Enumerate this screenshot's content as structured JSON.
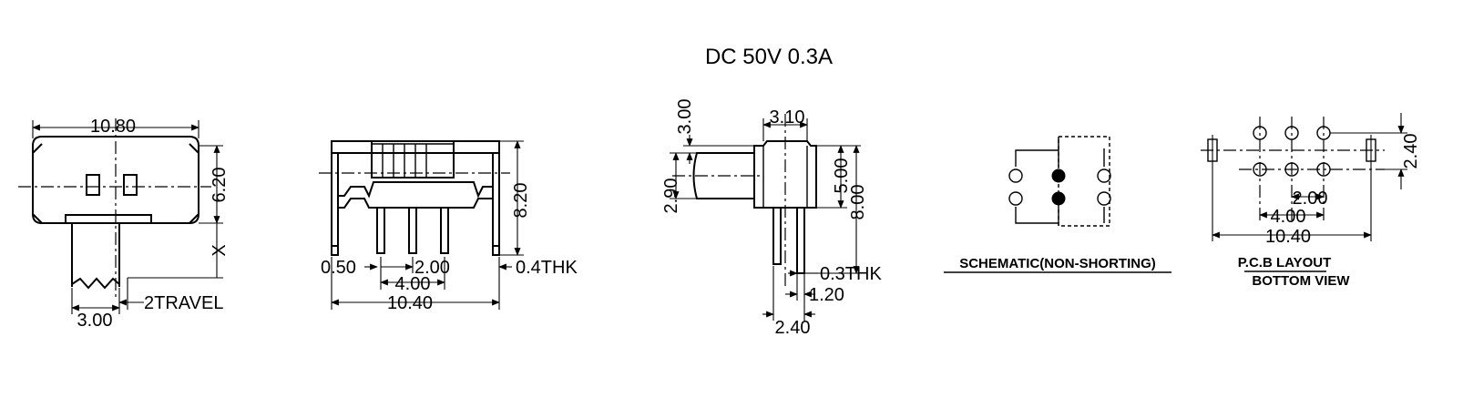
{
  "title": "DC  50V  0.3A",
  "front_view": {
    "width": "10.80",
    "height": "6.20",
    "x_label": "X",
    "travel": "2TRAVEL",
    "actuator": "3.00"
  },
  "side_view": {
    "pin_width": "0.50",
    "pitch_small": "2.00",
    "pitch": "4.00",
    "overall": "10.40",
    "thickness": "0.4THK",
    "height": "8.20"
  },
  "end_view": {
    "top": "3.00",
    "width": "3.10",
    "actuator_h": "2.90",
    "body_h": "5.00",
    "overall_h": "8.00",
    "pin_thk": "0.3THK",
    "pin_gap": "1.20",
    "pin_span": "2.40"
  },
  "schematic": {
    "label": "SCHEMATIC(NON-SHORTING)"
  },
  "pcb": {
    "label1": "P.C.B LAYOUT",
    "label2": "BOTTOM VIEW",
    "row_pitch": "2.40",
    "pitch": "2.00",
    "span": "4.00",
    "overall": "10.40"
  }
}
